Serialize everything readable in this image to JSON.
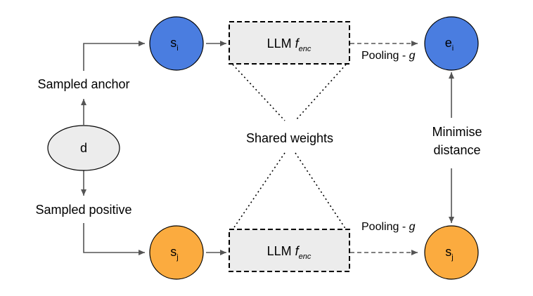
{
  "colors": {
    "anchor_fill": "#4a7de0",
    "positive_fill": "#fbab3f",
    "doc_fill": "#ececec",
    "box_fill": "#ececec",
    "stroke": "#000000",
    "arrow": "#555555"
  },
  "nodes": {
    "d": {
      "label": "d"
    },
    "anchor_sample": {
      "base": "s",
      "sub": "i"
    },
    "positive_sample": {
      "base": "s",
      "sub": "j"
    },
    "anchor_embedding": {
      "base": "e",
      "sub": "i"
    },
    "positive_embedding": {
      "base": "s",
      "sub": "j"
    }
  },
  "encoders": {
    "top": {
      "prefix": "LLM ",
      "func": "f",
      "sub": "enc"
    },
    "bottom": {
      "prefix": "LLM ",
      "func": "f",
      "sub": "enc"
    }
  },
  "labels": {
    "sampled_anchor": "Sampled anchor",
    "sampled_positive": "Sampled positive",
    "shared_weights": "Shared weights",
    "minimise_line1": "Minimise",
    "minimise_line2": "distance",
    "pooling_top_text": "Pooling - ",
    "pooling_top_var": "g",
    "pooling_bottom_text": "Pooling - ",
    "pooling_bottom_var": "g"
  }
}
